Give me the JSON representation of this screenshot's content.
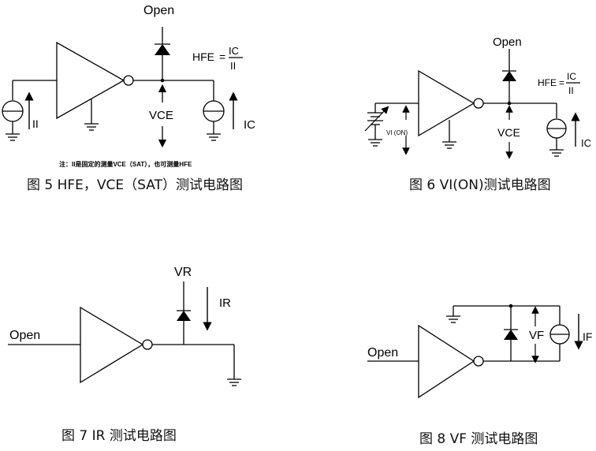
{
  "fig5": {
    "open": "Open",
    "hfe": "HFE",
    "eq": "=",
    "ic_num": "IC",
    "ii_den": "II",
    "ii_src": "II",
    "vce": "VCE",
    "ic_src": "IC",
    "note": "注：II是固定的测量VCE（SAT），也可测量HFE",
    "caption": "图 5 HFE，VCE（SAT）测试电路图"
  },
  "fig6": {
    "open": "Open",
    "hfe": "HFE",
    "eq": "=",
    "ic_num": "IC",
    "ii_den": "II",
    "vion": "VI (ON)",
    "vce": "VCE",
    "ic_src": "IC",
    "caption": "图 6 VI(ON)测试电路图"
  },
  "fig7": {
    "vr": "VR",
    "ir": "IR",
    "open": "Open",
    "caption": "图 7 IR 测试电路图"
  },
  "fig8": {
    "vf": "VF",
    "if": "IF",
    "open": "Open",
    "caption": "图 8 VF 测试电路图"
  }
}
